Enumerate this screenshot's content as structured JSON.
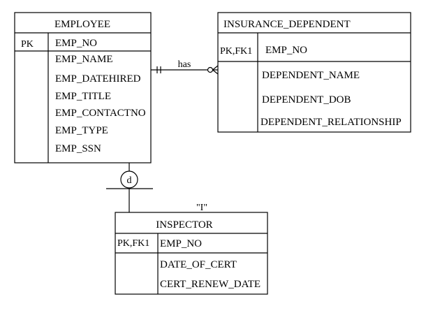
{
  "employee": {
    "title": "EMPLOYEE",
    "pk_label": "PK",
    "pk_attribute": "EMP_NO",
    "attributes": [
      "EMP_NAME",
      "EMP_DATEHIRED",
      "EMP_TITLE",
      "EMP_CONTACTNO",
      "EMP_TYPE",
      "EMP_SSN"
    ]
  },
  "insurance_dependent": {
    "title": "INSURANCE_DEPENDENT",
    "pk_label": "PK,FK1",
    "pk_attribute": "EMP_NO",
    "attributes": [
      "DEPENDENT_NAME",
      "DEPENDENT_DOB",
      "DEPENDENT_RELATIONSHIP"
    ]
  },
  "inspector": {
    "title": "INSPECTOR",
    "subtype_discriminator": "\"I\"",
    "pk_label": "PK,FK1",
    "pk_attribute": "EMP_NO",
    "attributes": [
      "DATE_OF_CERT",
      "CERT_RENEW_DATE"
    ]
  },
  "relationship": {
    "label": "has"
  },
  "subtype_circle": {
    "label": "d"
  }
}
